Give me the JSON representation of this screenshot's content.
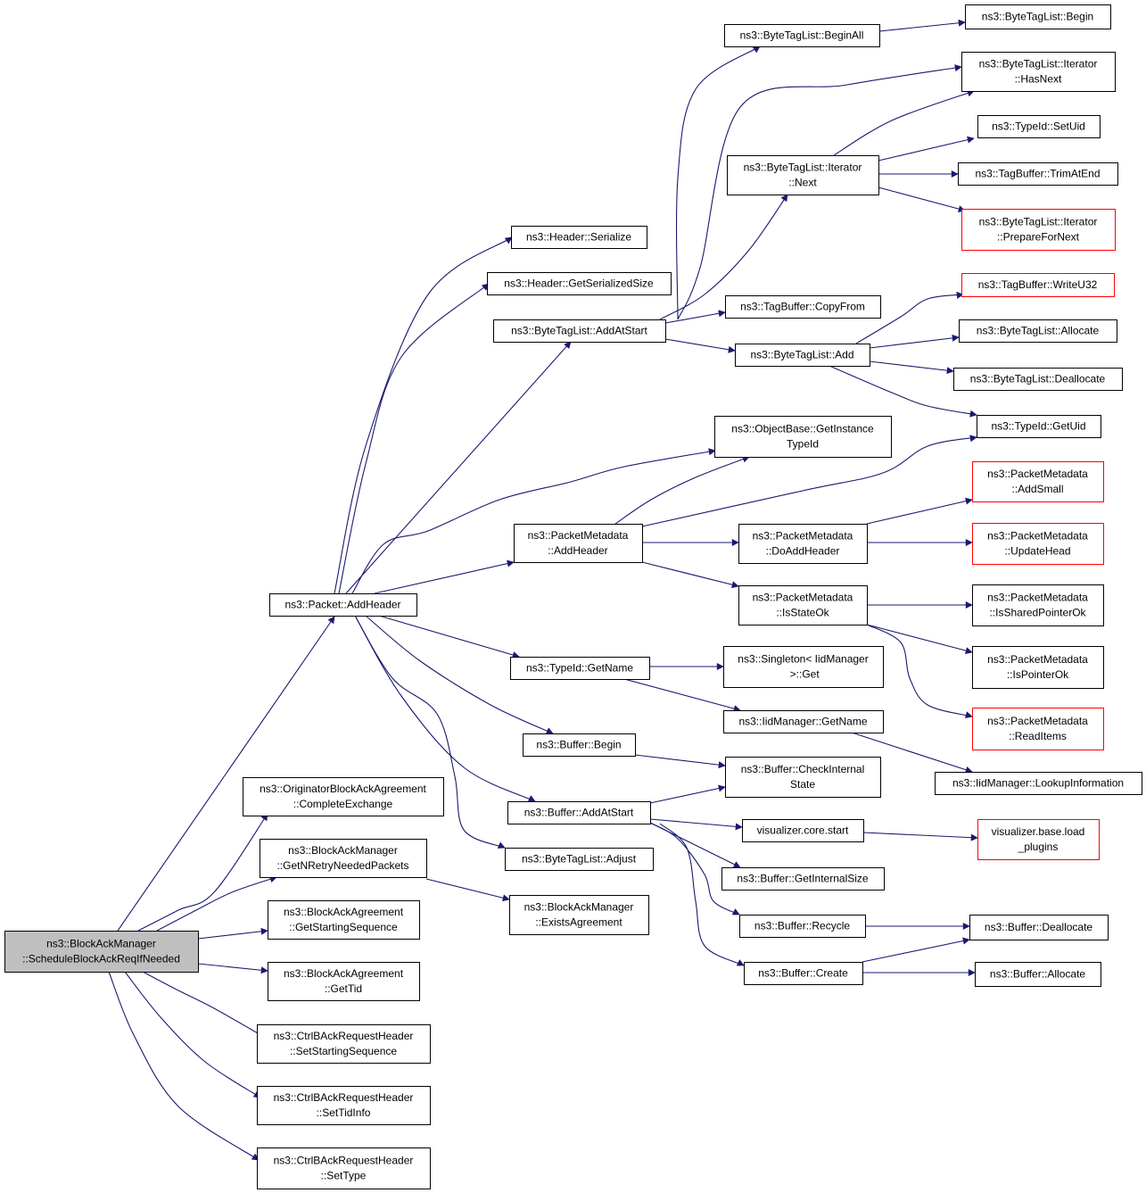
{
  "diagram": {
    "root": "n0",
    "nodes": [
      {
        "id": "n0",
        "lines": [
          "ns3::BlockAckManager",
          "::ScheduleBlockAckReqIfNeeded"
        ],
        "style": "root"
      },
      {
        "id": "n1",
        "lines": [
          "ns3::Packet::AddHeader"
        ],
        "style": "normal"
      },
      {
        "id": "n2",
        "lines": [
          "ns3::OriginatorBlockAckAgreement",
          "::CompleteExchange"
        ],
        "style": "normal"
      },
      {
        "id": "n3",
        "lines": [
          "ns3::BlockAckManager",
          "::GetNRetryNeededPackets"
        ],
        "style": "normal"
      },
      {
        "id": "n4",
        "lines": [
          "ns3::BlockAckAgreement",
          "::GetStartingSequence"
        ],
        "style": "normal"
      },
      {
        "id": "n5",
        "lines": [
          "ns3::BlockAckAgreement",
          "::GetTid"
        ],
        "style": "normal"
      },
      {
        "id": "n6",
        "lines": [
          "ns3::CtrlBAckRequestHeader",
          "::SetStartingSequence"
        ],
        "style": "normal"
      },
      {
        "id": "n7",
        "lines": [
          "ns3::CtrlBAckRequestHeader",
          "::SetTidInfo"
        ],
        "style": "normal"
      },
      {
        "id": "n8",
        "lines": [
          "ns3::CtrlBAckRequestHeader",
          "::SetType"
        ],
        "style": "normal"
      },
      {
        "id": "n9",
        "lines": [
          "ns3::Header::Serialize"
        ],
        "style": "normal"
      },
      {
        "id": "n10",
        "lines": [
          "ns3::Header::GetSerializedSize"
        ],
        "style": "normal"
      },
      {
        "id": "n11",
        "lines": [
          "ns3::ByteTagList::AddAtStart"
        ],
        "style": "normal"
      },
      {
        "id": "n12",
        "lines": [
          "ns3::PacketMetadata",
          "::AddHeader"
        ],
        "style": "normal"
      },
      {
        "id": "n13",
        "lines": [
          "ns3::TypeId::GetName"
        ],
        "style": "normal"
      },
      {
        "id": "n14",
        "lines": [
          "ns3::Buffer::Begin"
        ],
        "style": "normal"
      },
      {
        "id": "n15",
        "lines": [
          "ns3::Buffer::AddAtStart"
        ],
        "style": "normal"
      },
      {
        "id": "n16",
        "lines": [
          "ns3::ByteTagList::Adjust"
        ],
        "style": "normal"
      },
      {
        "id": "n17",
        "lines": [
          "ns3::BlockAckManager",
          "::ExistsAgreement"
        ],
        "style": "normal"
      },
      {
        "id": "n18",
        "lines": [
          "ns3::ByteTagList::BeginAll"
        ],
        "style": "normal"
      },
      {
        "id": "n19",
        "lines": [
          "ns3::ByteTagList::Iterator",
          "::Next"
        ],
        "style": "normal"
      },
      {
        "id": "n20",
        "lines": [
          "ns3::TagBuffer::CopyFrom"
        ],
        "style": "normal"
      },
      {
        "id": "n21",
        "lines": [
          "ns3::ByteTagList::Add"
        ],
        "style": "normal"
      },
      {
        "id": "n22",
        "lines": [
          "ns3::ObjectBase::GetInstance",
          "TypeId"
        ],
        "style": "normal"
      },
      {
        "id": "n23",
        "lines": [
          "ns3::PacketMetadata",
          "::DoAddHeader"
        ],
        "style": "normal"
      },
      {
        "id": "n24",
        "lines": [
          "ns3::PacketMetadata",
          "::IsStateOk"
        ],
        "style": "normal"
      },
      {
        "id": "n25",
        "lines": [
          "ns3::Singleton< IidManager",
          " >::Get"
        ],
        "style": "normal"
      },
      {
        "id": "n26",
        "lines": [
          "ns3::IidManager::GetName"
        ],
        "style": "normal"
      },
      {
        "id": "n27",
        "lines": [
          "ns3::Buffer::CheckInternal",
          "State"
        ],
        "style": "normal"
      },
      {
        "id": "n28",
        "lines": [
          "visualizer.core.start"
        ],
        "style": "normal"
      },
      {
        "id": "n29",
        "lines": [
          "ns3::Buffer::GetInternalSize"
        ],
        "style": "normal"
      },
      {
        "id": "n30",
        "lines": [
          "ns3::Buffer::Recycle"
        ],
        "style": "normal"
      },
      {
        "id": "n31",
        "lines": [
          "ns3::Buffer::Create"
        ],
        "style": "normal"
      },
      {
        "id": "n32",
        "lines": [
          "ns3::ByteTagList::Begin"
        ],
        "style": "normal"
      },
      {
        "id": "n33",
        "lines": [
          "ns3::ByteTagList::Iterator",
          "::HasNext"
        ],
        "style": "normal"
      },
      {
        "id": "n34",
        "lines": [
          "ns3::TypeId::SetUid"
        ],
        "style": "normal"
      },
      {
        "id": "n35",
        "lines": [
          "ns3::TagBuffer::TrimAtEnd"
        ],
        "style": "normal"
      },
      {
        "id": "n36",
        "lines": [
          "ns3::ByteTagList::Iterator",
          "::PrepareForNext"
        ],
        "style": "red"
      },
      {
        "id": "n37",
        "lines": [
          "ns3::TagBuffer::WriteU32"
        ],
        "style": "red"
      },
      {
        "id": "n38",
        "lines": [
          "ns3::ByteTagList::Allocate"
        ],
        "style": "normal"
      },
      {
        "id": "n39",
        "lines": [
          "ns3::ByteTagList::Deallocate"
        ],
        "style": "normal"
      },
      {
        "id": "n40",
        "lines": [
          "ns3::TypeId::GetUid"
        ],
        "style": "normal"
      },
      {
        "id": "n41",
        "lines": [
          "ns3::PacketMetadata",
          "::AddSmall"
        ],
        "style": "red"
      },
      {
        "id": "n42",
        "lines": [
          "ns3::PacketMetadata",
          "::UpdateHead"
        ],
        "style": "red"
      },
      {
        "id": "n43",
        "lines": [
          "ns3::PacketMetadata",
          "::IsSharedPointerOk"
        ],
        "style": "normal"
      },
      {
        "id": "n44",
        "lines": [
          "ns3::PacketMetadata",
          "::IsPointerOk"
        ],
        "style": "normal"
      },
      {
        "id": "n45",
        "lines": [
          "ns3::PacketMetadata",
          "::ReadItems"
        ],
        "style": "red"
      },
      {
        "id": "n46",
        "lines": [
          "ns3::IidManager::LookupInformation"
        ],
        "style": "normal"
      },
      {
        "id": "n47",
        "lines": [
          "visualizer.base.load",
          "_plugins"
        ],
        "style": "red"
      },
      {
        "id": "n48",
        "lines": [
          "ns3::Buffer::Deallocate"
        ],
        "style": "normal"
      },
      {
        "id": "n49",
        "lines": [
          "ns3::Buffer::Allocate"
        ],
        "style": "normal"
      }
    ],
    "edges": [
      {
        "from": "n0",
        "to": "n1"
      },
      {
        "from": "n0",
        "to": "n2"
      },
      {
        "from": "n0",
        "to": "n3"
      },
      {
        "from": "n0",
        "to": "n4"
      },
      {
        "from": "n0",
        "to": "n5"
      },
      {
        "from": "n0",
        "to": "n6"
      },
      {
        "from": "n0",
        "to": "n7"
      },
      {
        "from": "n0",
        "to": "n8"
      },
      {
        "from": "n1",
        "to": "n9"
      },
      {
        "from": "n1",
        "to": "n10"
      },
      {
        "from": "n1",
        "to": "n11"
      },
      {
        "from": "n1",
        "to": "n22"
      },
      {
        "from": "n1",
        "to": "n12"
      },
      {
        "from": "n1",
        "to": "n13"
      },
      {
        "from": "n1",
        "to": "n14"
      },
      {
        "from": "n1",
        "to": "n15"
      },
      {
        "from": "n1",
        "to": "n16"
      },
      {
        "from": "n3",
        "to": "n17"
      },
      {
        "from": "n11",
        "to": "n18"
      },
      {
        "from": "n11",
        "to": "n33"
      },
      {
        "from": "n11",
        "to": "n19"
      },
      {
        "from": "n11",
        "to": "n20"
      },
      {
        "from": "n11",
        "to": "n21"
      },
      {
        "from": "n18",
        "to": "n32"
      },
      {
        "from": "n19",
        "to": "n33"
      },
      {
        "from": "n19",
        "to": "n34"
      },
      {
        "from": "n19",
        "to": "n35"
      },
      {
        "from": "n19",
        "to": "n36"
      },
      {
        "from": "n21",
        "to": "n37"
      },
      {
        "from": "n21",
        "to": "n38"
      },
      {
        "from": "n21",
        "to": "n39"
      },
      {
        "from": "n21",
        "to": "n40"
      },
      {
        "from": "n12",
        "to": "n22"
      },
      {
        "from": "n12",
        "to": "n40"
      },
      {
        "from": "n12",
        "to": "n23"
      },
      {
        "from": "n12",
        "to": "n24"
      },
      {
        "from": "n23",
        "to": "n41"
      },
      {
        "from": "n23",
        "to": "n42"
      },
      {
        "from": "n24",
        "to": "n43"
      },
      {
        "from": "n24",
        "to": "n44"
      },
      {
        "from": "n24",
        "to": "n45"
      },
      {
        "from": "n13",
        "to": "n25"
      },
      {
        "from": "n13",
        "to": "n26"
      },
      {
        "from": "n26",
        "to": "n46"
      },
      {
        "from": "n14",
        "to": "n27"
      },
      {
        "from": "n15",
        "to": "n27"
      },
      {
        "from": "n15",
        "to": "n28"
      },
      {
        "from": "n15",
        "to": "n29"
      },
      {
        "from": "n15",
        "to": "n30"
      },
      {
        "from": "n15",
        "to": "n31"
      },
      {
        "from": "n28",
        "to": "n47"
      },
      {
        "from": "n30",
        "to": "n48"
      },
      {
        "from": "n31",
        "to": "n48"
      },
      {
        "from": "n31",
        "to": "n49"
      }
    ]
  }
}
